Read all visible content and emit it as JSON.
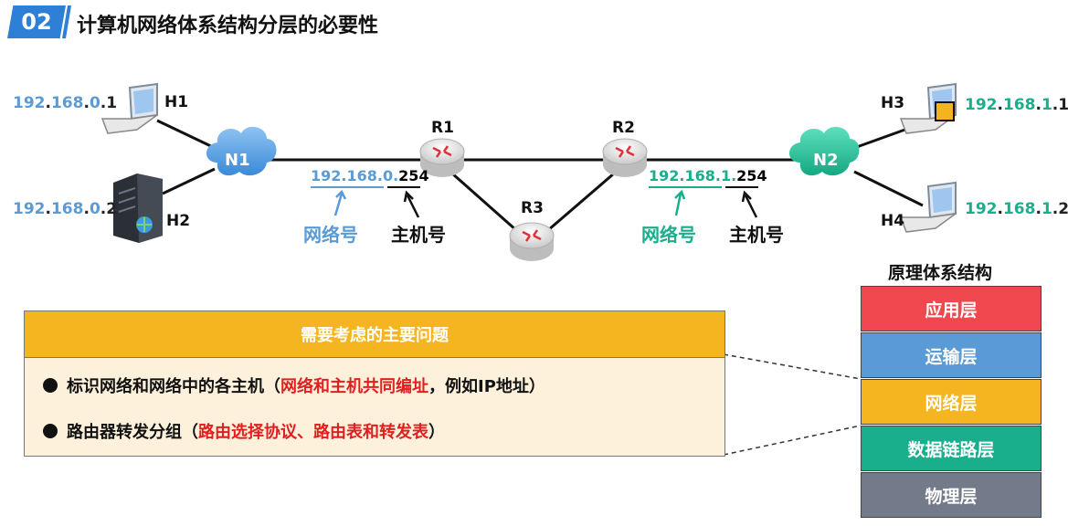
{
  "header": {
    "badge": "02",
    "title": "计算机网络体系结构分层的必要性"
  },
  "network": {
    "hosts": {
      "h1": {
        "label": "H1",
        "ip": [
          "192",
          ".",
          "168",
          ".",
          "0",
          ".",
          "1"
        ]
      },
      "h2": {
        "label": "H2",
        "ip": [
          "192",
          ".",
          "168",
          ".",
          "0",
          ".",
          "2"
        ]
      },
      "h3": {
        "label": "H3",
        "ip": [
          "192",
          ".",
          "168",
          ".",
          "1",
          ".",
          "1"
        ]
      },
      "h4": {
        "label": "H4",
        "ip": [
          "192",
          ".",
          "168",
          ".",
          "1",
          ".",
          "2"
        ]
      }
    },
    "clouds": {
      "n1": "N1",
      "n2": "N2"
    },
    "routers": {
      "r1": "R1",
      "r2": "R2",
      "r3": "R3"
    },
    "left_split": {
      "net_part": "192.168.0.",
      "host_part": "254",
      "net_caption": "网络号",
      "host_caption": "主机号"
    },
    "right_split": {
      "net_part": "192.168.1.",
      "host_part": "254",
      "net_caption": "网络号",
      "host_caption": "主机号"
    }
  },
  "problems": {
    "heading": "需要考虑的主要问题",
    "items": [
      {
        "text": "标识网络和网络中的各主机（",
        "highlight": "网络和主机共同编址",
        "tail": "，例如IP地址）"
      },
      {
        "text": "路由器转发分组（",
        "highlight": "路由选择协议、路由表和转发表",
        "tail": "）"
      }
    ]
  },
  "stack": {
    "title": "原理体系结构",
    "layers": [
      {
        "name": "应用层",
        "color": "#f0484e"
      },
      {
        "name": "运输层",
        "color": "#5b9bd5"
      },
      {
        "name": "网络层",
        "color": "#f5b521"
      },
      {
        "name": "数据链路层",
        "color": "#1aaf8c"
      },
      {
        "name": "物理层",
        "color": "#737a8a"
      }
    ]
  }
}
